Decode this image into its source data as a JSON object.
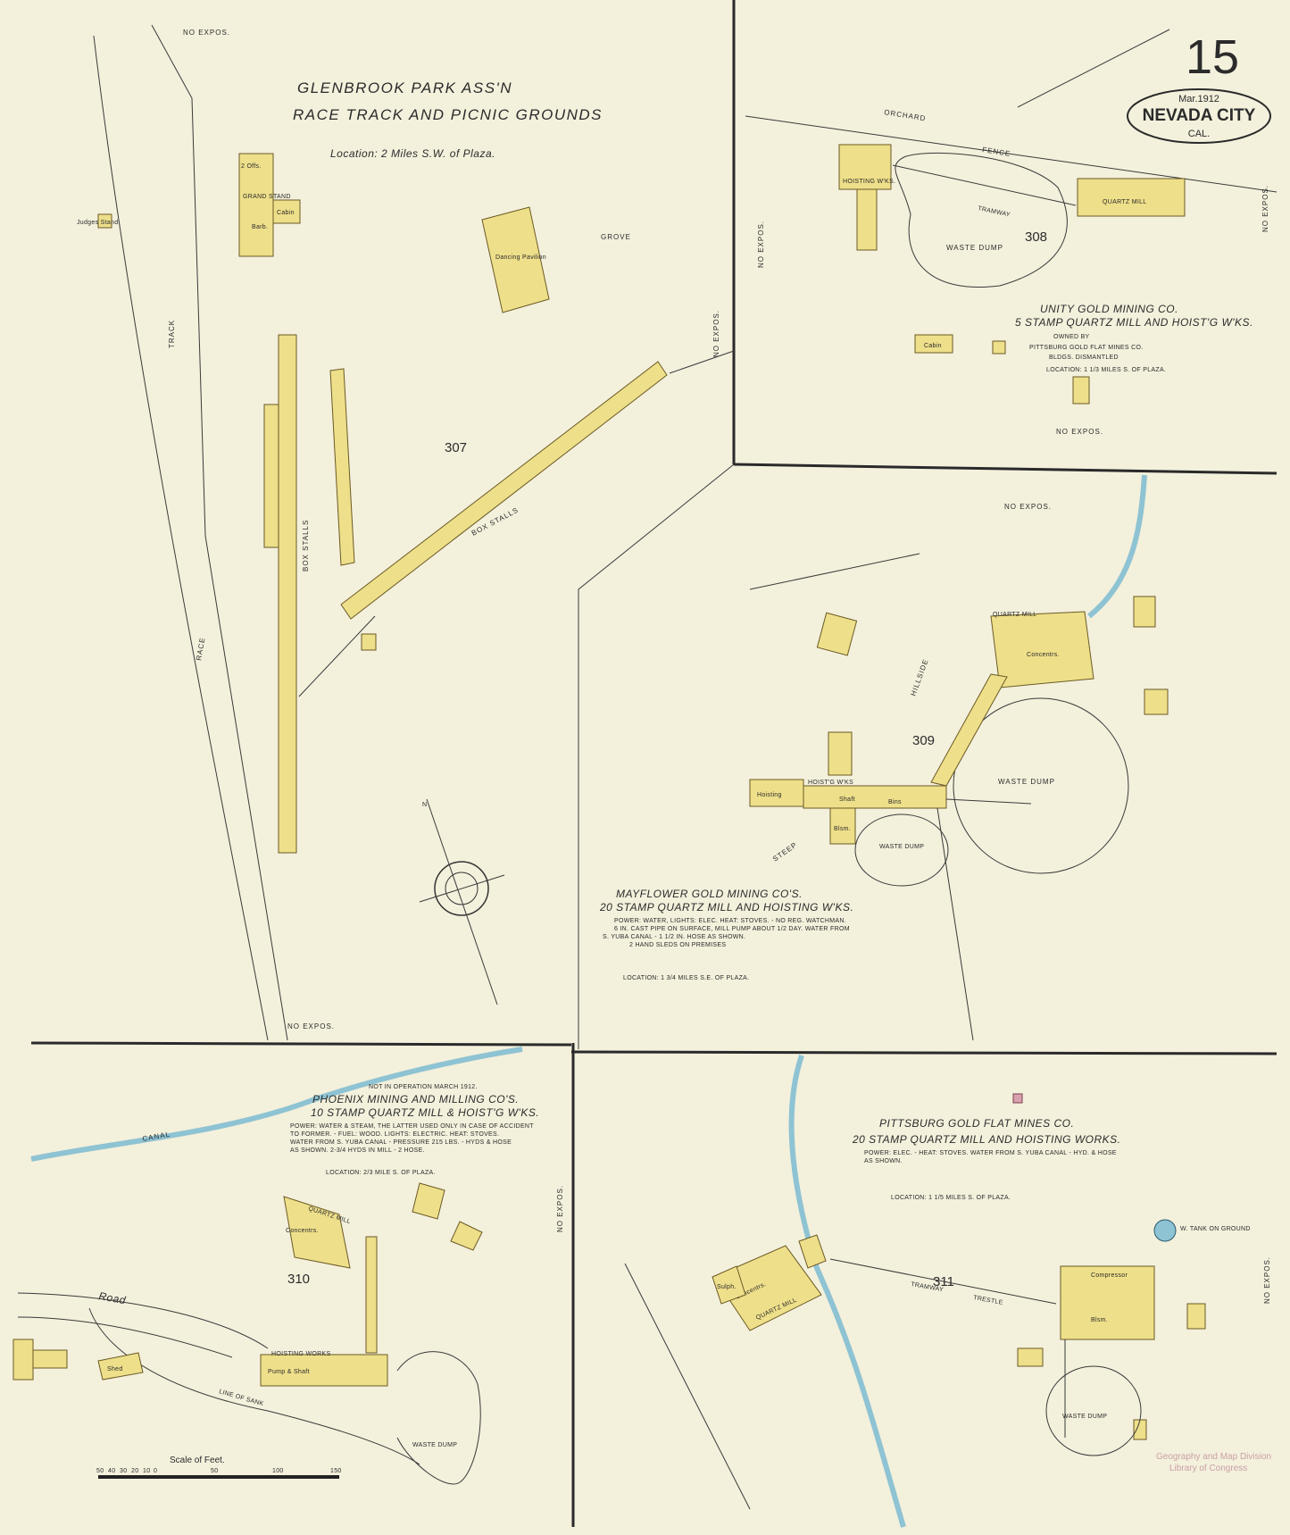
{
  "sheet": {
    "page_number": "15",
    "city_label": {
      "date": "Mar.1912",
      "city": "NEVADA CITY",
      "state": "CAL."
    },
    "stamp": [
      "Geography and Map Division",
      "Library of Congress"
    ]
  },
  "panels": {
    "glenbrook": {
      "title1": "GLENBROOK PARK ASS'N",
      "title2": "RACE TRACK AND PICNIC GROUNDS",
      "location": "Location: 2 Miles S.W. of Plaza.",
      "block": "307",
      "labels": {
        "track": "TRACK",
        "race": "RACE",
        "grove": "GROVE",
        "box_stalls": "BOX STALLS",
        "no_expos_top": "NO EXPOS.",
        "no_expos_bottom": "NO EXPOS.",
        "no_expos_side": "NO EXPOS.",
        "judges_stand": "Judges Stand",
        "grand_stand": "GRAND STAND",
        "office": "2 Offs.",
        "cabin": "Cabin",
        "barber": "Barb.",
        "dancing_pavilion": "Dancing Pavilion"
      }
    },
    "unity": {
      "title1": "UNITY GOLD MINING CO.",
      "title2": "5 STAMP QUARTZ MILL AND HOIST'G W'KS.",
      "owned": "OWNED BY",
      "owner": "PITTSBURG GOLD FLAT MINES CO.",
      "dismantled": "BLDGS. DISMANTLED",
      "location": "LOCATION: 1 1/3 MILES S. OF PLAZA.",
      "block": "308",
      "labels": {
        "orchard": "ORCHARD",
        "fence": "FENCE",
        "tramway": "TRAMWAY",
        "waste_dump": "WASTE DUMP",
        "quartz_mill": "QUARTZ MILL",
        "hoisting": "HOISTING W'KS.",
        "cabin": "Cabin",
        "no_expos_left": "NO EXPOS.",
        "no_expos_right": "NO EXPOS.",
        "no_expos_bottom": "NO EXPOS."
      }
    },
    "mayflower": {
      "title1": "MAYFLOWER GOLD MINING CO'S.",
      "title2": "20 STAMP QUARTZ MILL AND HOISTING W'KS.",
      "notes": [
        "POWER: WATER, LIGHTS: ELEC. HEAT: STOVES. - NO REG. WATCHMAN.",
        "6 IN. CAST PIPE ON SURFACE, MILL PUMP ABOUT 1/2 DAY. WATER FROM",
        "S. YUBA CANAL - 1 1/2 IN. HOSE AS SHOWN.",
        "2 HAND SLEDS ON PREMISES"
      ],
      "location": "LOCATION: 1 3/4 MILES S.E. OF PLAZA.",
      "block": "309",
      "labels": {
        "no_expos": "NO EXPOS.",
        "quartz_mill": "QUARTZ MILL",
        "hoisting": "HOIST'G W'KS",
        "shaft": "Shaft",
        "hoist": "Hoisting",
        "waste_dump": "WASTE DUMP",
        "waste_dump2": "WASTE DUMP",
        "hillside": "HILLSIDE",
        "steep": "STEEP",
        "blsm": "Blsm.",
        "bins": "Bins",
        "concentrs": "Concentrs."
      }
    },
    "phoenix": {
      "not_in_operation": "NOT IN OPERATION MARCH 1912.",
      "title1": "PHOENIX MINING AND MILLING CO'S.",
      "title2": "10 STAMP QUARTZ MILL & HOIST'G W'KS.",
      "notes": [
        "POWER: WATER & STEAM, THE LATTER USED ONLY IN CASE OF ACCIDENT",
        "TO FORMER. - FUEL: WOOD. LIGHTS: ELECTRIC. HEAT: STOVES.",
        "WATER FROM S. YUBA CANAL - PRESSURE 215 LBS. - HYDS & HOSE",
        "AS SHOWN. 2-3/4 HYDS IN MILL - 2 HOSE."
      ],
      "location": "LOCATION: 2/3 MILE S. OF PLAZA.",
      "block": "310",
      "labels": {
        "road": "Road",
        "line_of_sank": "LINE OF SANK",
        "quartz_mill": "QUARTZ MILL",
        "hoisting_works": "HOISTING WORKS",
        "pump_shaft": "Pump & Shaft",
        "waste_dump": "WASTE DUMP",
        "shed": "Shed",
        "concentrs": "Concentrs.",
        "canal": "CANAL",
        "no_expos": "NO EXPOS."
      },
      "scale": {
        "label": "Scale of Feet.",
        "ticks": [
          "50",
          "40",
          "30",
          "20",
          "10",
          "0",
          "50",
          "100",
          "150"
        ]
      }
    },
    "pittsburg": {
      "title1": "PITTSBURG GOLD FLAT MINES CO.",
      "title2": "20 STAMP QUARTZ MILL AND HOISTING WORKS.",
      "notes": [
        "POWER: ELEC. - HEAT: STOVES. WATER FROM S. YUBA CANAL - HYD. & HOSE",
        "AS SHOWN."
      ],
      "location": "LOCATION: 1 1/5 MILES S. OF PLAZA.",
      "block": "311",
      "labels": {
        "quartz_mill": "QUARTZ MILL",
        "compressor": "Compressor",
        "tramway": "TRAMWAY",
        "trestle": "TRESTLE",
        "waste_dump": "WASTE DUMP",
        "water_tank": "W. TANK ON GROUND",
        "blsm": "Blsm.",
        "concentrs": "Concentrs.",
        "sulph": "Sulph.",
        "no_expos": "NO EXPOS."
      }
    }
  },
  "colors": {
    "paper": "#f3f0dc",
    "building": "#eedf8a",
    "water": "#8ec3d3",
    "ink": "#2a2a2a"
  }
}
